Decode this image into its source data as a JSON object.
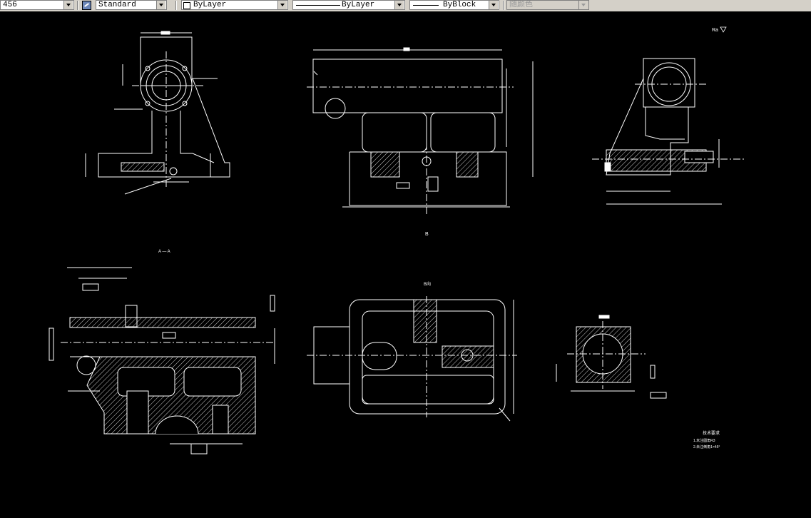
{
  "toolbar": {
    "layer_value": "456",
    "text_style": "Standard",
    "color": "ByLayer",
    "linetype": "ByLayer",
    "lineweight": "ByBlock",
    "plotstyle": "随颜色"
  },
  "drawing": {
    "section_a_label": "A — A",
    "view_b_label": "B",
    "note_title": "技术要求",
    "note_line1": "1.未注圆角R3",
    "note_line2": "2.未注倒角1×45°",
    "roughness_symbol": "Ra",
    "colors": {
      "geometry": "#ffffff",
      "centerline": "#ffffff",
      "background": "#000000"
    }
  }
}
